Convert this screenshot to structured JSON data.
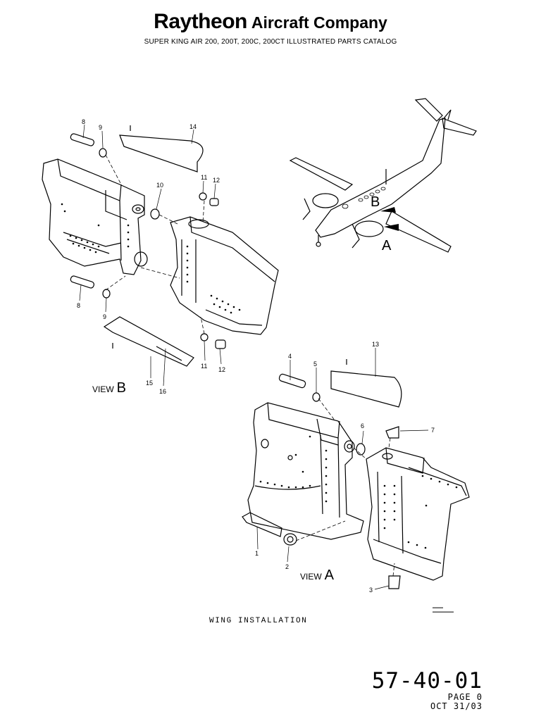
{
  "header": {
    "brand": "Raytheon",
    "company": "Aircraft Company",
    "subtitle": "SUPER KING AIR 200, 200T, 200C, 200CT ILLUSTRATED PARTS CATALOG"
  },
  "views": {
    "view_b": {
      "prefix": "VIEW",
      "letter": "B"
    },
    "view_a": {
      "prefix": "VIEW",
      "letter": "A"
    }
  },
  "airplane_labels": {
    "a": "A",
    "b": "B"
  },
  "callouts": [
    "1",
    "2",
    "3",
    "4",
    "5",
    "6",
    "7",
    "8",
    "9",
    "10",
    "11",
    "12",
    "13",
    "14",
    "15",
    "16"
  ],
  "caption": "WING INSTALLATION",
  "page_number": {
    "code": "57-40-01",
    "page": "PAGE 0",
    "date": "OCT 31/03"
  }
}
